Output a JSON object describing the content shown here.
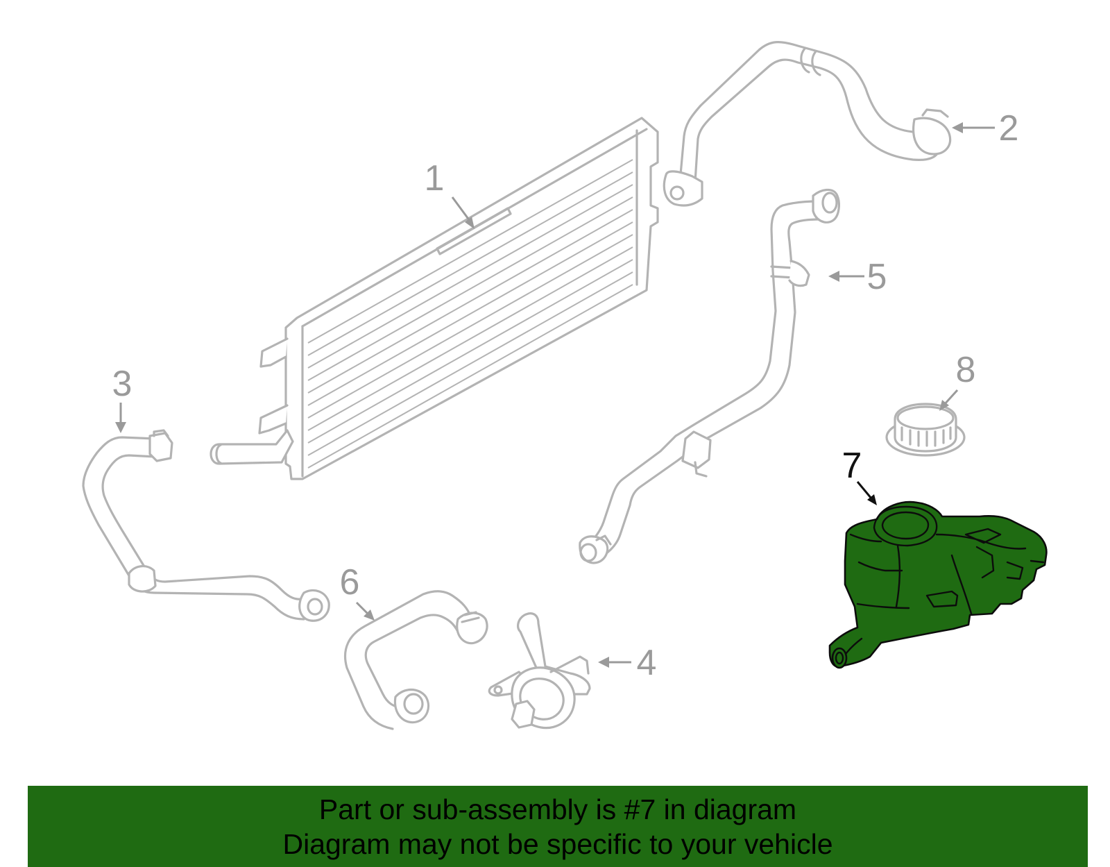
{
  "callouts": [
    {
      "number": "1"
    },
    {
      "number": "2"
    },
    {
      "number": "3"
    },
    {
      "number": "4"
    },
    {
      "number": "5"
    },
    {
      "number": "6"
    },
    {
      "number": "7"
    },
    {
      "number": "8"
    }
  ],
  "highlighted_part": "7",
  "colors": {
    "highlight_fill": "#1f6b12",
    "part_stroke": "#b3b3b3",
    "callout_gray": "#9a9a9a",
    "banner_background": "#1f6b12",
    "banner_text": "#000000"
  },
  "banner": {
    "line1": "Part or sub-assembly is #7 in diagram",
    "line2": "Diagram may not be specific to your vehicle"
  }
}
